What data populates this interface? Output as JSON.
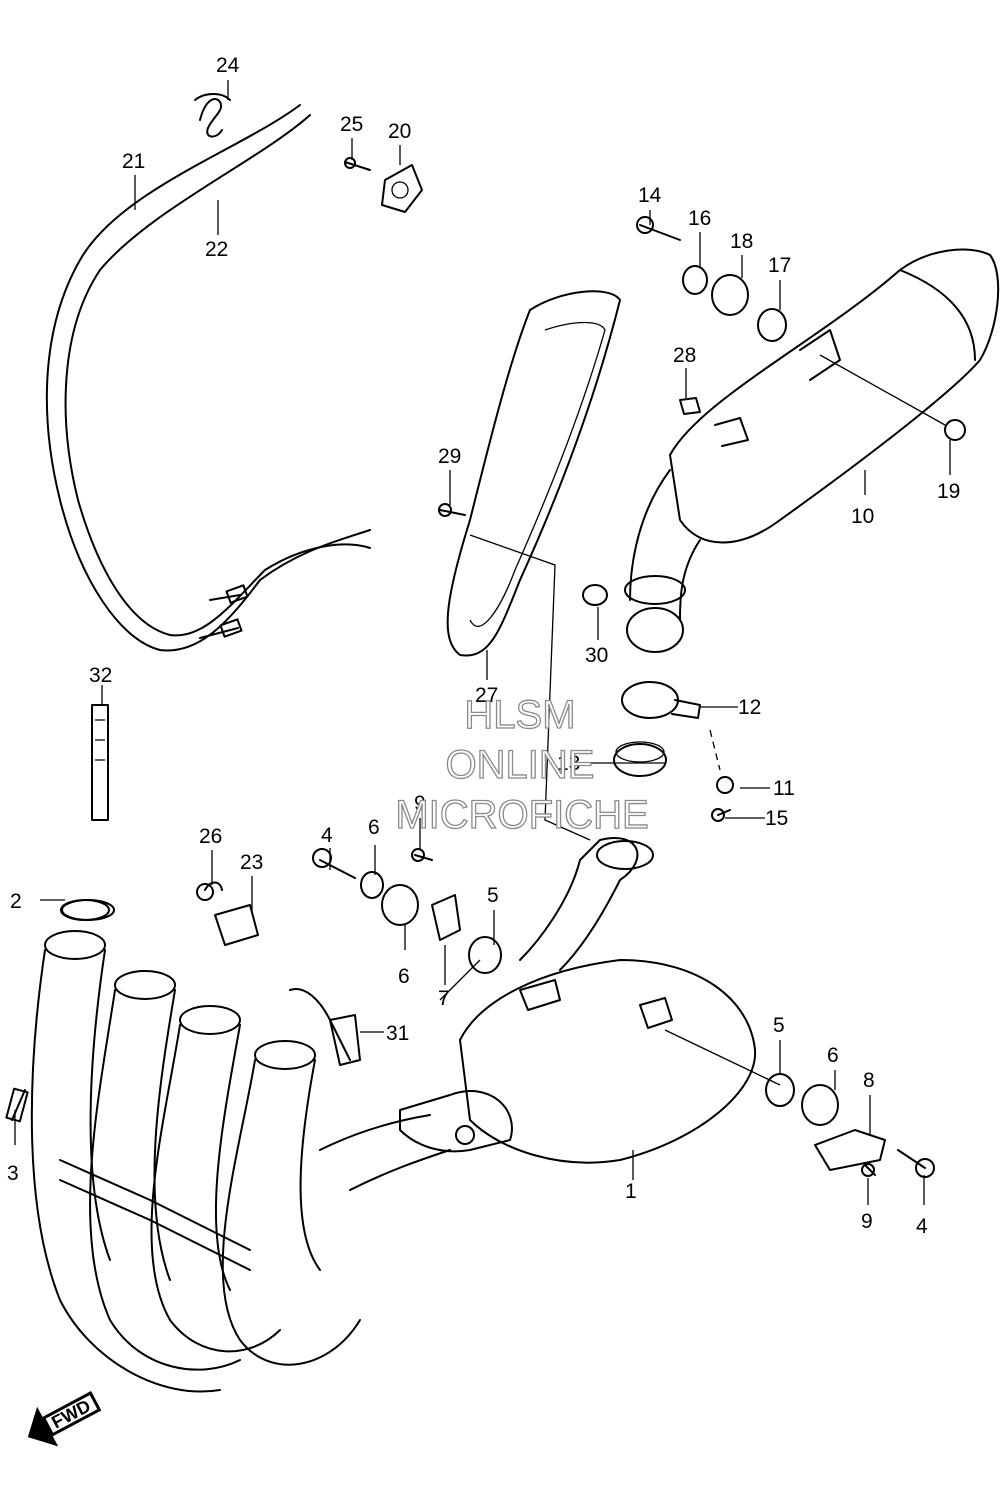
{
  "watermark": {
    "line1": "HLSM",
    "line2": "ONLINE",
    "line3": "MICROFICHE"
  },
  "direction_label": "FWD",
  "callouts": {
    "c1": "1",
    "c2": "2",
    "c3": "3",
    "c4a": "4",
    "c4b": "4",
    "c5a": "5",
    "c5b": "5",
    "c6a": "6",
    "c6b": "6",
    "c6c": "6",
    "c7": "7",
    "c8": "8",
    "c9a": "9",
    "c9b": "9",
    "c10": "10",
    "c11": "11",
    "c12": "12",
    "c13": "13",
    "c14": "14",
    "c15": "15",
    "c16": "16",
    "c17": "17",
    "c18": "18",
    "c19": "19",
    "c20": "20",
    "c21": "21",
    "c22": "22",
    "c23": "23",
    "c24": "24",
    "c25": "25",
    "c26": "26",
    "c27": "27",
    "c28": "28",
    "c29": "29",
    "c30": "30",
    "c31": "31",
    "c32": "32"
  }
}
